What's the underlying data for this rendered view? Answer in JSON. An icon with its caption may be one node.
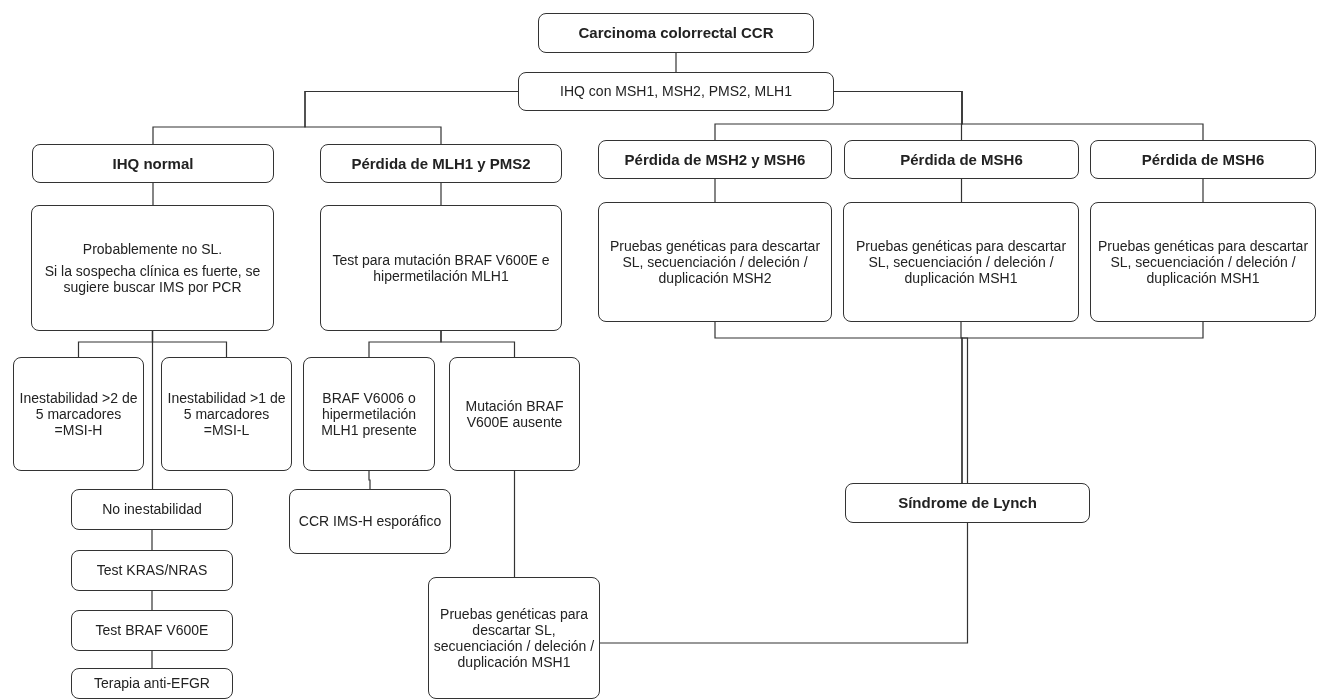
{
  "diagram": {
    "nodes": [
      {
        "text": [
          "Carcinoma colorrectal CCR"
        ]
      },
      {
        "text": [
          "IHQ con MSH1, MSH2, PMS2, MLH1"
        ]
      },
      {
        "text": [
          "IHQ normal"
        ]
      },
      {
        "text": [
          "Pérdida de MLH1 y PMS2"
        ]
      },
      {
        "text": [
          "Pérdida de MSH2 y MSH6"
        ]
      },
      {
        "text": [
          "Pérdida de MSH6"
        ]
      },
      {
        "text": [
          "Pérdida de MSH6"
        ]
      },
      {
        "text": [
          "Probablemente no SL.",
          "Si la sospecha clínica es fuerte, se sugiere buscar IMS por PCR"
        ]
      },
      {
        "text": [
          "Test para mutación BRAF V600E e hipermetilación MLH1"
        ]
      },
      {
        "text": [
          "Pruebas genéticas para descartar SL, secuenciación / deleción / duplicación MSH2"
        ]
      },
      {
        "text": [
          "Pruebas genéticas para descartar SL, secuenciación / deleción / duplicación MSH1"
        ]
      },
      {
        "text": [
          "Pruebas genéticas para descartar SL, secuenciación / deleción / duplicación MSH1"
        ]
      },
      {
        "text": [
          "Inestabilidad >2 de 5 marcadores =MSI-H"
        ]
      },
      {
        "text": [
          "Inestabilidad >1 de 5 marcadores =MSI-L"
        ]
      },
      {
        "text": [
          "BRAF V6006 o hipermetilación MLH1 presente"
        ]
      },
      {
        "text": [
          "Mutación BRAF V600E ausente"
        ]
      },
      {
        "text": [
          "No inestabilidad"
        ]
      },
      {
        "text": [
          "CCR IMS-H esporáfico"
        ]
      },
      {
        "text": [
          "Test KRAS/NRAS"
        ]
      },
      {
        "text": [
          "Test BRAF V600E"
        ]
      },
      {
        "text": [
          "Terapia anti-EFGR"
        ]
      },
      {
        "text": [
          "Síndrome de Lynch"
        ]
      },
      {
        "text": [
          "Pruebas genéticas para descartar SL, secuenciación / deleción / duplicación MSH1"
        ]
      }
    ],
    "edges": [
      {
        "from": 0,
        "to": 1,
        "arrow": "none"
      },
      {
        "from": 1,
        "to": 2,
        "arrow": "none"
      },
      {
        "from": 1,
        "to": 3,
        "arrow": "none"
      },
      {
        "from": 1,
        "to": 4,
        "arrow": "none"
      },
      {
        "from": 1,
        "to": 5,
        "arrow": "none"
      },
      {
        "from": 1,
        "to": 6,
        "arrow": "none"
      },
      {
        "from": 2,
        "to": 7,
        "arrow": "none"
      },
      {
        "from": 3,
        "to": 8,
        "arrow": "none"
      },
      {
        "from": 4,
        "to": 9,
        "arrow": "none"
      },
      {
        "from": 5,
        "to": 10,
        "arrow": "none"
      },
      {
        "from": 6,
        "to": 11,
        "arrow": "none"
      },
      {
        "from": 7,
        "to": 12,
        "arrow": "none"
      },
      {
        "from": 7,
        "to": 13,
        "arrow": "none"
      },
      {
        "from": 7,
        "to": 16,
        "arrow": "none"
      },
      {
        "from": 16,
        "to": 18,
        "arrow": "none"
      },
      {
        "from": 18,
        "to": 19,
        "arrow": "none"
      },
      {
        "from": 19,
        "to": 20,
        "arrow": "none"
      },
      {
        "from": 8,
        "to": 14,
        "arrow": "none"
      },
      {
        "from": 8,
        "to": 15,
        "arrow": "none"
      },
      {
        "from": 14,
        "to": 17,
        "arrow": "none"
      },
      {
        "from": 15,
        "to": 22,
        "arrow": "none"
      },
      {
        "from": 9,
        "to": 21,
        "arrow": "none"
      },
      {
        "from": 10,
        "to": 21,
        "arrow": "none"
      },
      {
        "from": 11,
        "to": 21,
        "arrow": "none"
      },
      {
        "from": 21,
        "to": 22,
        "arrow": "none"
      }
    ]
  }
}
